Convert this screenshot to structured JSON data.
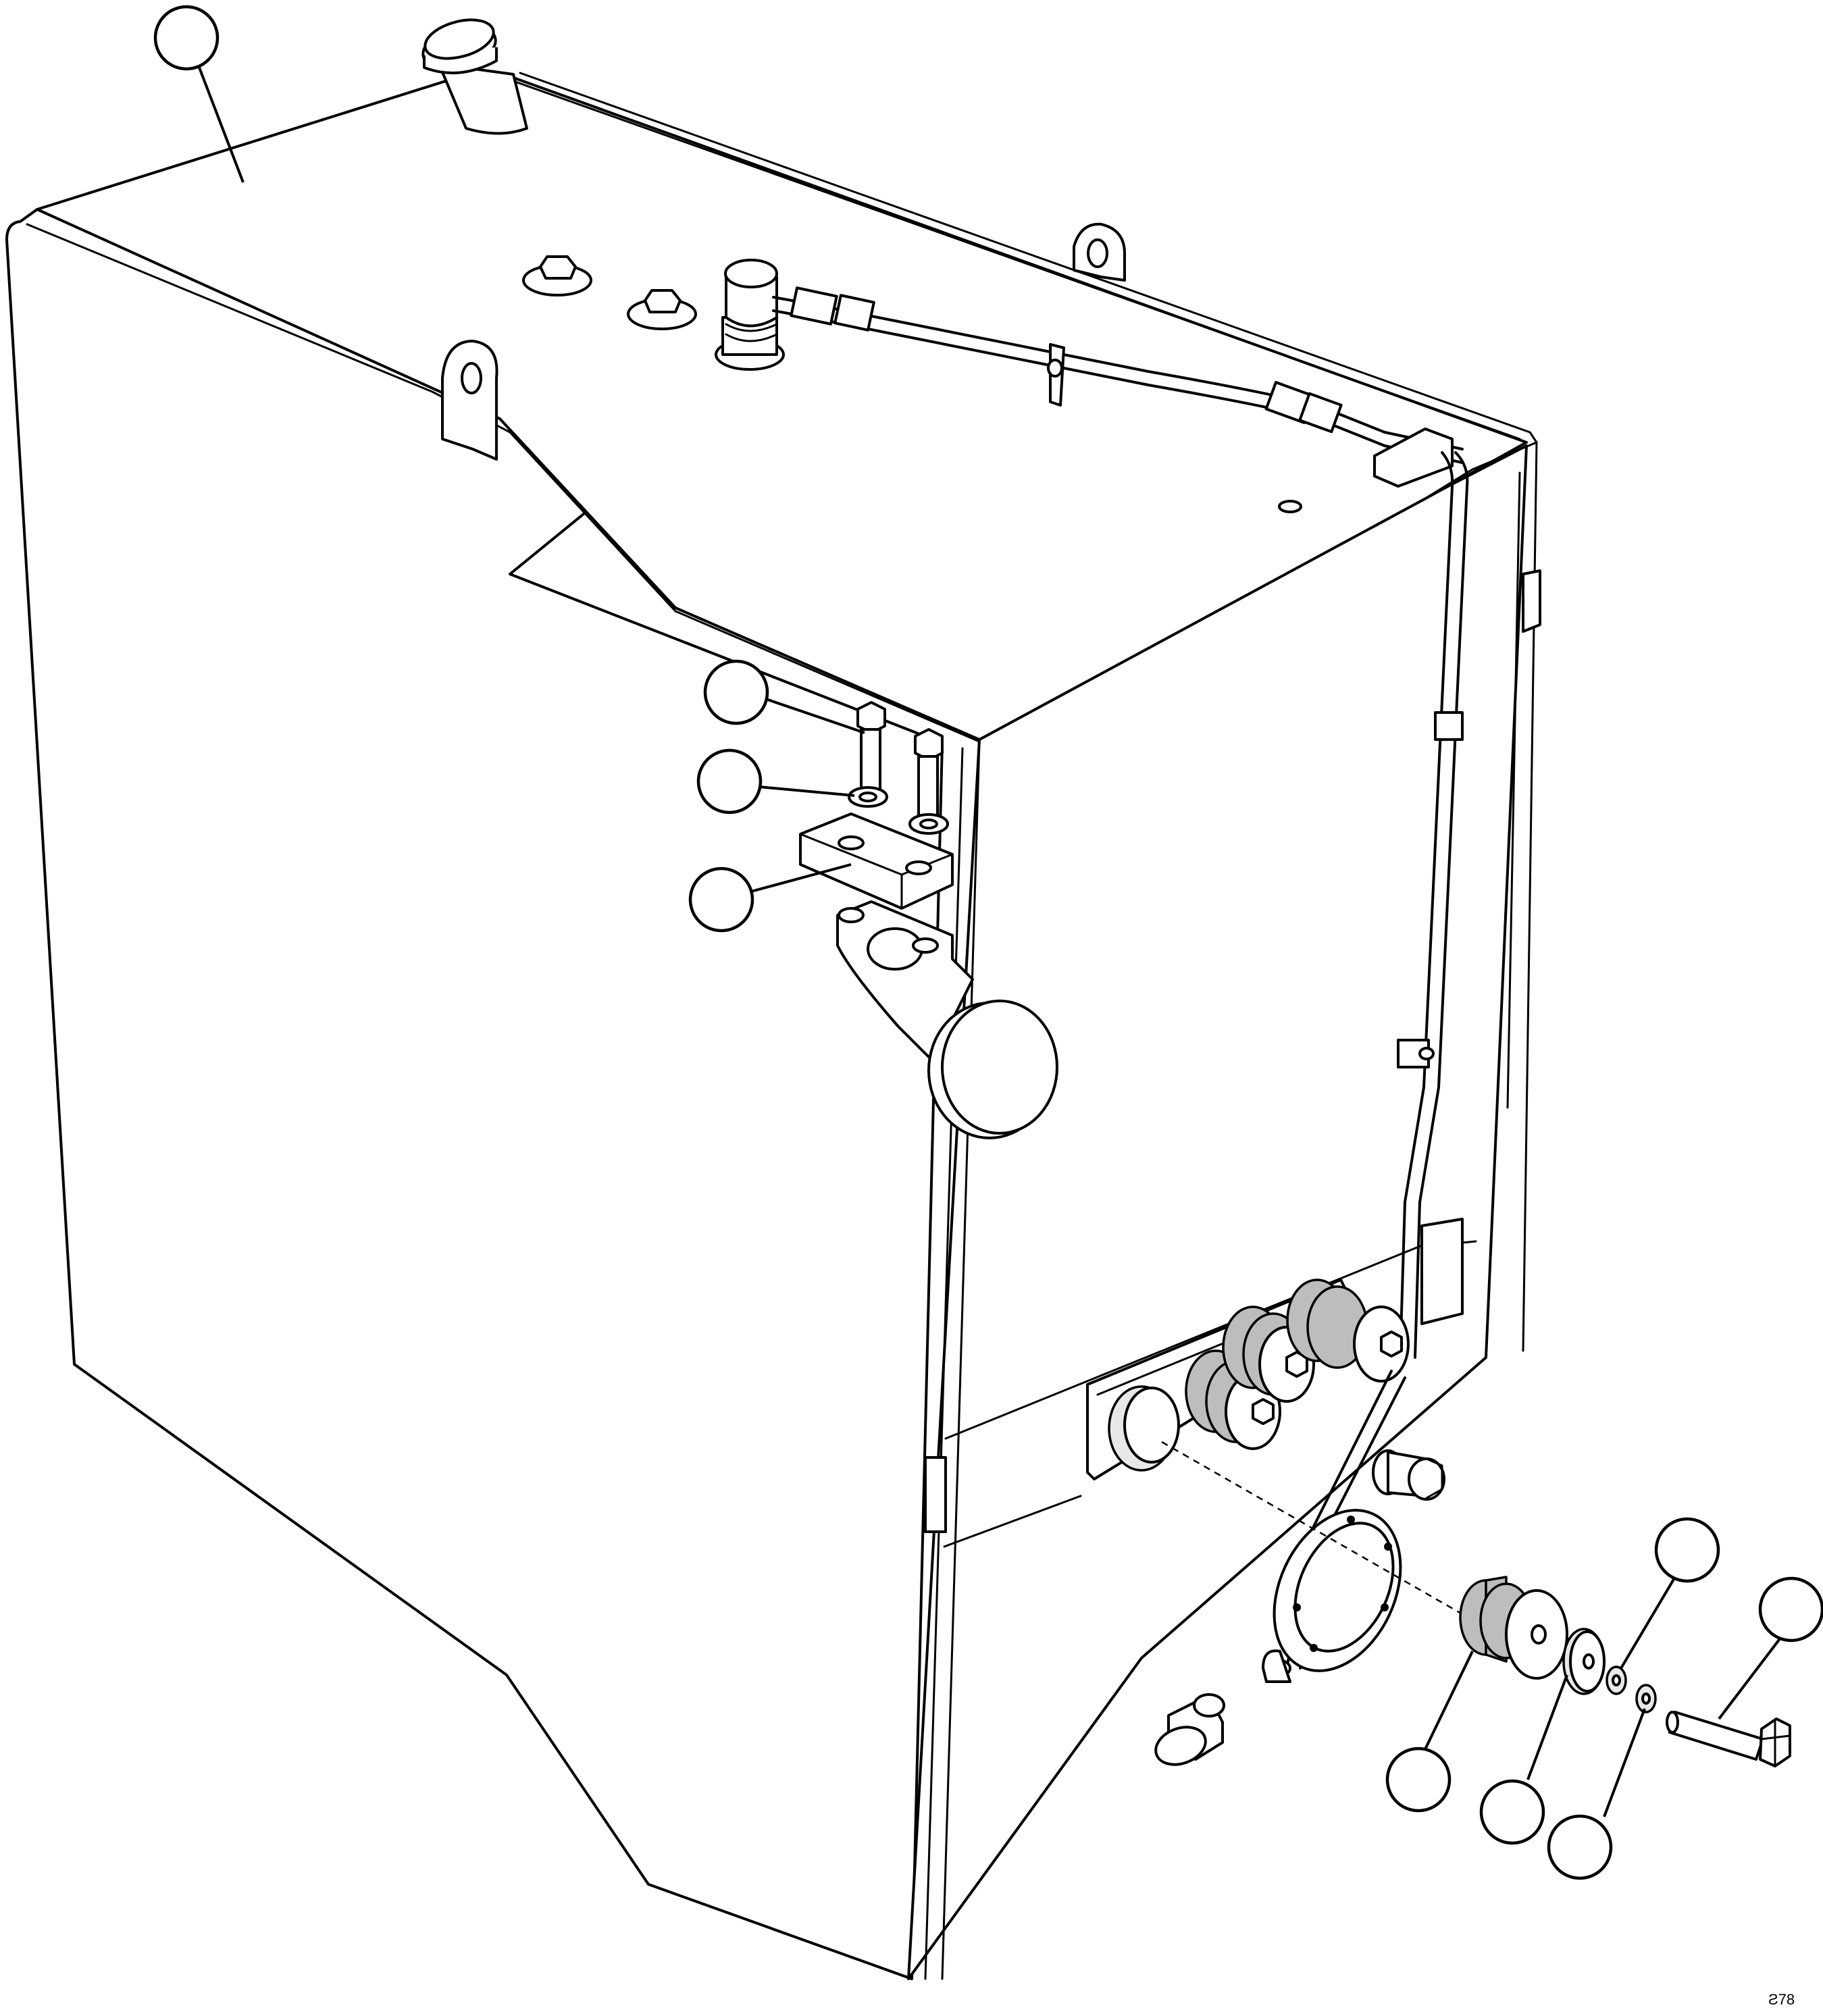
{
  "figure": {
    "drawing_code": "Ƨ78",
    "callouts": [
      {
        "id": "c1",
        "label": ""
      },
      {
        "id": "c2",
        "label": ""
      },
      {
        "id": "c3",
        "label": ""
      },
      {
        "id": "c4",
        "label": ""
      },
      {
        "id": "c5",
        "label": ""
      },
      {
        "id": "c6",
        "label": ""
      },
      {
        "id": "c7",
        "label": ""
      },
      {
        "id": "c8",
        "label": ""
      },
      {
        "id": "c9",
        "label": ""
      }
    ]
  }
}
